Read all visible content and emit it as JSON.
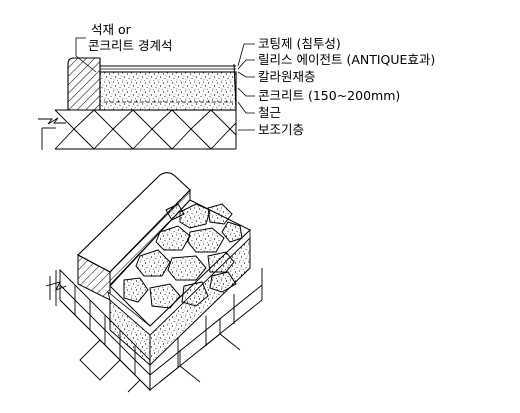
{
  "labels": {
    "stone_curb_line1": "석재 or",
    "stone_curb_line2": "콘크리트 경계석",
    "coating": "코팅제 (침투성)",
    "release_agent": "릴리스 에이전트 (ANTIQUE효과)",
    "color_hardener": "칼라원재층",
    "concrete": "콘크리트 (150~200mm)",
    "rebar": "철근",
    "subbase": "보조기층"
  }
}
